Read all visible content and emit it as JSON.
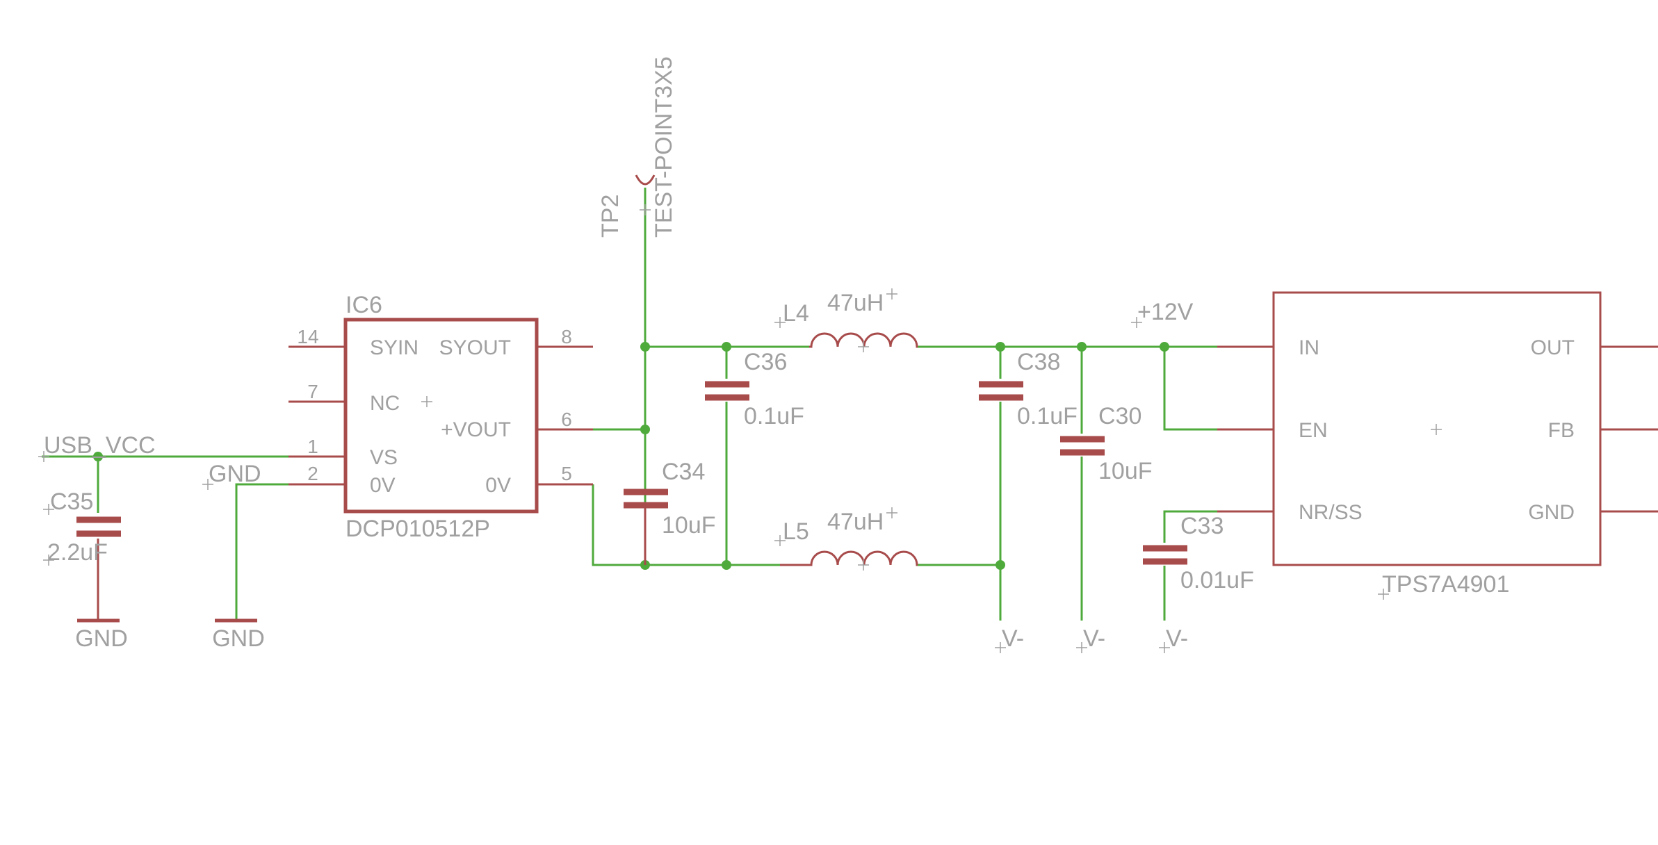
{
  "colors": {
    "wire": "#4faa3c",
    "part": "#a84b4b",
    "text": "#a0a0a0",
    "background": "#ffffff"
  },
  "nets": {
    "usb_vcc": "USB_VCC",
    "gnd": "GND",
    "plus12v": "+12V",
    "vminus": "V-"
  },
  "test_point": {
    "name": "TP2",
    "value": "TEST-POINT3X5"
  },
  "ic6": {
    "name": "IC6",
    "value": "DCP010512P",
    "pins": [
      {
        "num": "14",
        "name": "SYIN"
      },
      {
        "num": "7",
        "name": "NC"
      },
      {
        "num": "1",
        "name": "VS"
      },
      {
        "num": "2",
        "name": "0V"
      },
      {
        "num": "8",
        "name": "SYOUT"
      },
      {
        "num": "6",
        "name": "+VOUT"
      },
      {
        "num": "5",
        "name": "0V"
      }
    ]
  },
  "regulator": {
    "value": "TPS7A4901",
    "pins": {
      "in": "IN",
      "en": "EN",
      "nrss": "NR/SS",
      "out": "OUT",
      "fb": "FB",
      "gnd": "GND"
    }
  },
  "components": {
    "c35": {
      "name": "C35",
      "value": "2.2uF"
    },
    "c34": {
      "name": "C34",
      "value": "10uF"
    },
    "c36": {
      "name": "C36",
      "value": "0.1uF"
    },
    "c38": {
      "name": "C38",
      "value": "0.1uF"
    },
    "c30": {
      "name": "C30",
      "value": "10uF"
    },
    "c33": {
      "name": "C33",
      "value": "0.01uF"
    },
    "l4": {
      "name": "L4",
      "value": "47uH"
    },
    "l5": {
      "name": "L5",
      "value": "47uH"
    }
  }
}
